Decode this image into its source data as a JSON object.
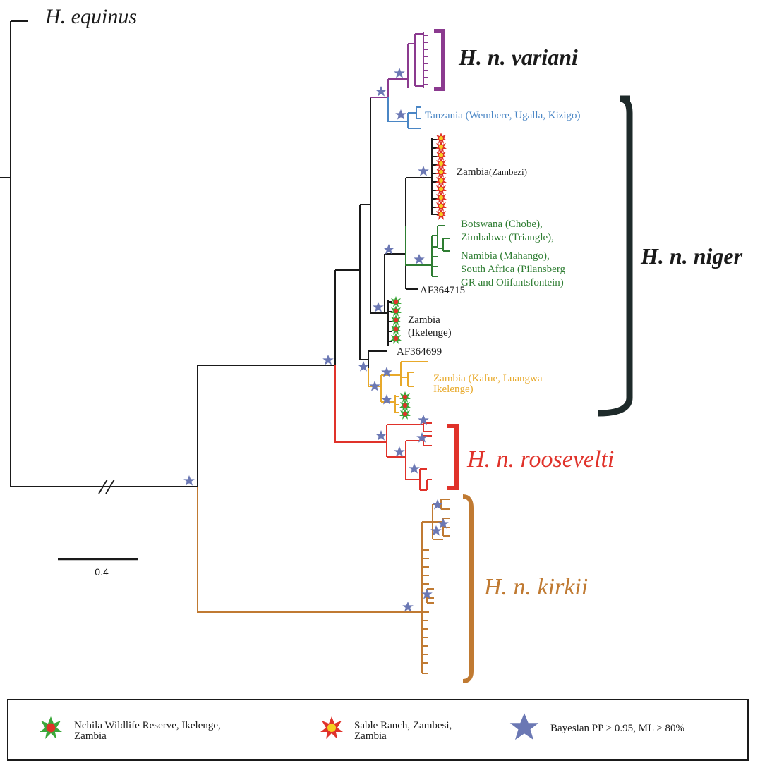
{
  "outgroup": {
    "label": "H. equinus"
  },
  "clades": {
    "variani": "H. n. variani",
    "niger": "H. n. niger",
    "roosevelti": "H. n. roosevelti",
    "kirkii": "H. n. kirkii"
  },
  "groups": {
    "tanzania": "Tanzania (Wembere, Ugalla, Kizigo)",
    "zambezi_country": "Zambia",
    "zambezi_place": "(Zambezi)",
    "southern": [
      "Botswana (Chobe),",
      "Zimbabwe (Triangle),",
      "Namibia (Mahango),",
      "South Africa (Pilansberg",
      "GR and Olifantsfontein)"
    ],
    "acc1": "AF364715",
    "ikelenge": [
      "Zambia",
      "(Ikelenge)"
    ],
    "acc2": "AF364699",
    "kafue": [
      "Zambia (Kafue, Luangwa",
      "Ikelenge)"
    ]
  },
  "scale": {
    "label": "0.4"
  },
  "legend": {
    "nchila": [
      "Nchila Wildlife Reserve, Ikelenge,",
      "Zambia"
    ],
    "sable": [
      "Sable Ranch, Zambesi,",
      "Zambia"
    ],
    "bayes": "Bayesian PP > 0.95, ML > 80%"
  },
  "colors": {
    "black": "#1a1a1a",
    "variani": "#8b3a8f",
    "tanzania": "#4a86c5",
    "southern": "#2e7d32",
    "kafue": "#e8a92a",
    "roosevelti": "#e0322a",
    "kirkii": "#c07a32",
    "star": "#6b78b4",
    "bracket_niger": "#1e2a2a"
  }
}
